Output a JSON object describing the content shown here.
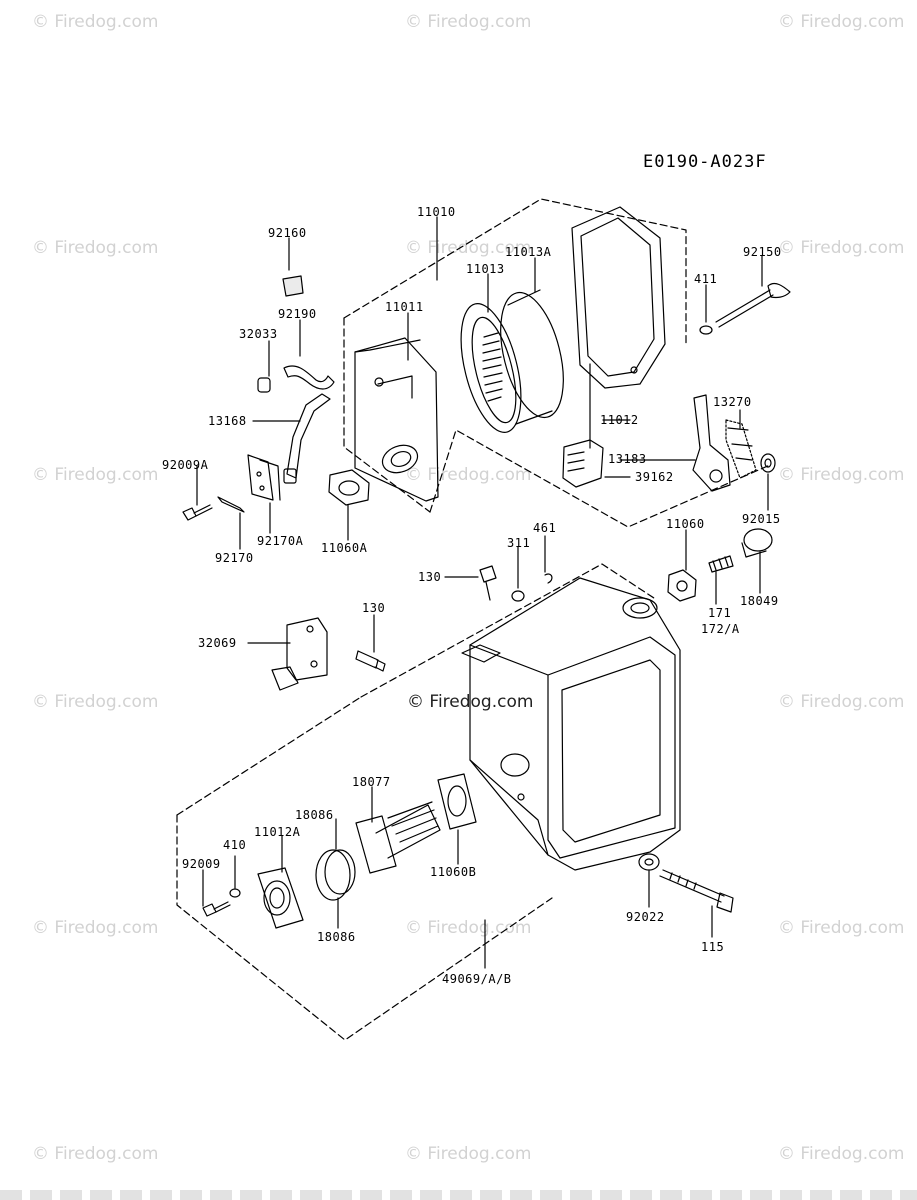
{
  "diagram_code": "E0190-A023F",
  "watermark": "© Firedog.com",
  "center_watermark": "© Firedog.com",
  "part_labels": {
    "p11010": "11010",
    "p92160": "92160",
    "p11013a": "11013A",
    "p11013": "11013",
    "p92150": "92150",
    "p411": "411",
    "p11011": "11011",
    "p92190": "92190",
    "p32033": "32033",
    "p13168": "13168",
    "p11012": "11012",
    "p13270": "13270",
    "p92009a": "92009A",
    "p13183": "13183",
    "p39162": "39162",
    "p92170a": "92170A",
    "p92015": "92015",
    "p92170": "92170",
    "p11060a": "11060A",
    "p461": "461",
    "p311": "311",
    "p11060": "11060",
    "p130a": "130",
    "p171": "171",
    "p18049": "18049",
    "p172a": "172/A",
    "p130b": "130",
    "p32069": "32069",
    "p18077": "18077",
    "p18086a": "18086",
    "p410": "410",
    "p11012a": "11012A",
    "p92009": "92009",
    "p11060b": "11060B",
    "p92022": "92022",
    "p18086b": "18086",
    "p115": "115",
    "p49069": "49069/A/B"
  }
}
